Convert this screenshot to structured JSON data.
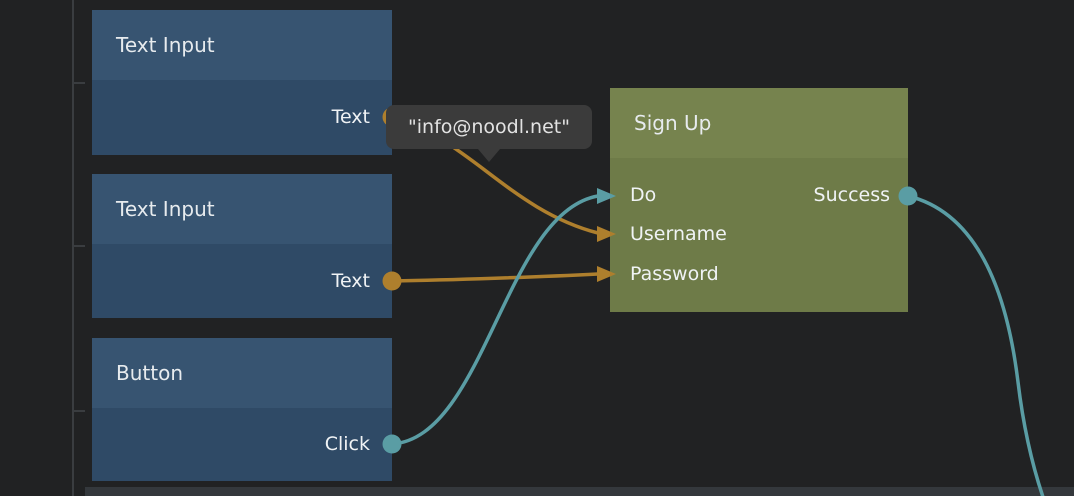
{
  "canvas": {
    "background": "#212223",
    "guide_color": "#3a3d40",
    "bottom_panel_color": "#34383c"
  },
  "colors": {
    "signal": "#5a9da4",
    "string": "#ae7f2d",
    "node_blue_header": "#375471",
    "node_blue_body": "#2f4a66",
    "node_green_header": "#76834e",
    "node_green_body": "#6e7b48"
  },
  "nodes": [
    {
      "title": "Text Input",
      "outputs": [
        {
          "label": "Text",
          "kind": "string"
        }
      ]
    },
    {
      "title": "Text Input",
      "outputs": [
        {
          "label": "Text",
          "kind": "string"
        }
      ]
    },
    {
      "title": "Button",
      "outputs": [
        {
          "label": "Click",
          "kind": "signal"
        }
      ]
    },
    {
      "title": "Sign Up",
      "inputs": [
        {
          "label": "Do",
          "kind": "signal"
        },
        {
          "label": "Username",
          "kind": "string"
        },
        {
          "label": "Password",
          "kind": "string"
        }
      ],
      "outputs": [
        {
          "label": "Success",
          "kind": "signal"
        }
      ]
    }
  ],
  "connections": [
    {
      "from": "Text Input.Text",
      "to": "Sign Up.Username",
      "kind": "string"
    },
    {
      "from": "Text Input.Text",
      "to": "Sign Up.Password",
      "kind": "string"
    },
    {
      "from": "Button.Click",
      "to": "Sign Up.Do",
      "kind": "signal"
    },
    {
      "from": "Sign Up.Success",
      "to": "offscreen",
      "kind": "signal"
    }
  ],
  "tooltip": {
    "text": "\"info@noodl.net\""
  }
}
